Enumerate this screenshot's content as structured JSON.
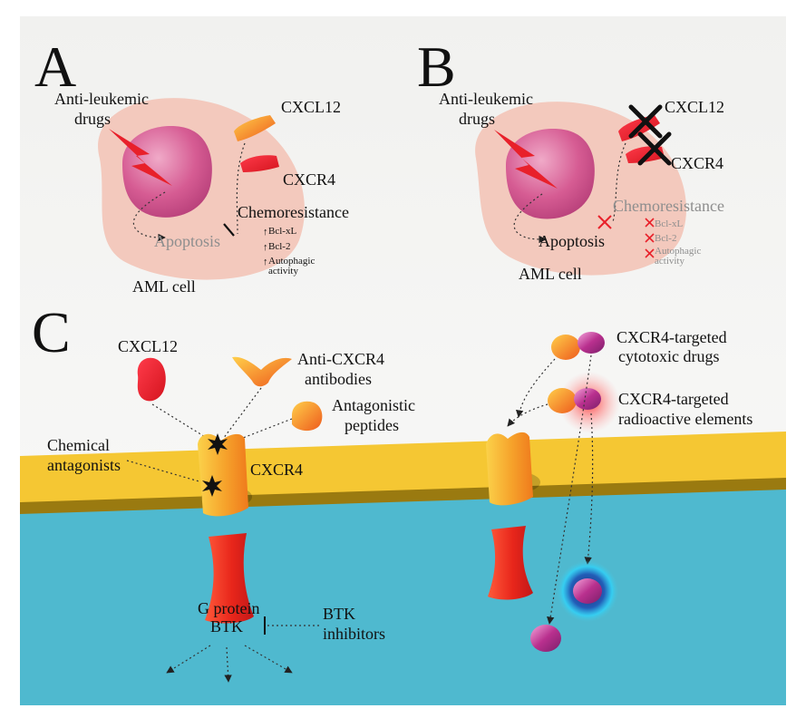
{
  "panel_a": {
    "letter": "A",
    "drugs_label_1": "Anti-leukemic",
    "drugs_label_2": "drugs",
    "cxcl12": "CXCL12",
    "cxcr4": "CXCR4",
    "apoptosis": "Apoptosis",
    "chemoresistance": "Chemoresistance",
    "markers": [
      "Bcl-xL",
      "Bcl-2",
      "Autophagic",
      "activity"
    ],
    "cell_label": "AML cell"
  },
  "panel_b": {
    "letter": "B",
    "drugs_label_1": "Anti-leukemic",
    "drugs_label_2": "drugs",
    "cxcl12": "CXCL12",
    "cxcr4": "CXCR4",
    "apoptosis": "Apoptosis",
    "chemoresistance": "Chemoresistance",
    "markers": [
      "Bcl-xL",
      "Bcl-2",
      "Autophagic",
      "activity"
    ],
    "cell_label": "AML cell"
  },
  "panel_c": {
    "letter": "C",
    "cxcl12": "CXCL12",
    "anti_cxcr4_1": "Anti-CXCR4",
    "anti_cxcr4_2": "antibodies",
    "antagonistic_1": "Antagonistic",
    "antagonistic_2": "peptides",
    "chemical_1": "Chemical",
    "chemical_2": "antagonists",
    "cxcr4": "CXCR4",
    "g_protein": "G protein",
    "btk": "BTK",
    "btk_inhib_1": "BTK",
    "btk_inhib_2": "inhibitors",
    "cytotoxic_1": "CXCR4-targeted",
    "cytotoxic_2": "cytotoxic drugs",
    "radio_1": "CXCR4-targeted",
    "radio_2": "radioactive elements"
  },
  "colors": {
    "cell": "#f3c9bd",
    "nucleus": "#c94f86",
    "bolt": "#e8202a",
    "membrane": "#f5c733",
    "cytoplasm": "#4fb9cf",
    "receptor_orange": "#f5a623",
    "receptor_red": "#e23a1e"
  }
}
